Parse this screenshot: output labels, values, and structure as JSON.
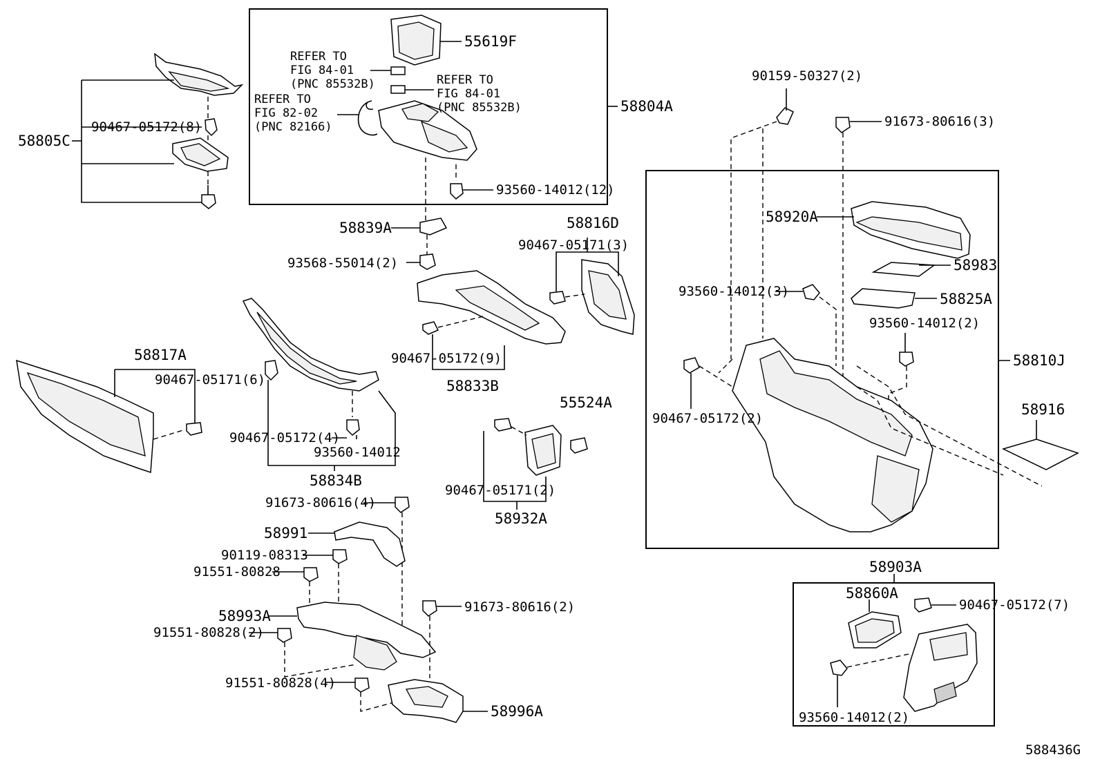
{
  "diagram_id": "588436G",
  "labels": {
    "p55619F": "55619F",
    "refer1_l1": "REFER TO",
    "refer1_l2": "FIG 84-01",
    "refer1_l3": "(PNC 85532B)",
    "refer2_l1": "REFER TO",
    "refer2_l2": "FIG 84-01",
    "refer2_l3": "(PNC 85532B)",
    "refer3_l1": "REFER TO",
    "refer3_l2": "FIG 82-02",
    "refer3_l3": "(PNC 82166)",
    "p58804A": "58804A",
    "p93560_14012_12": "93560-14012(12)",
    "p58805C": "58805C",
    "p90467_05172_8": "90467-05172(8)",
    "p58839A": "58839A",
    "p93568_55014_2": "93568-55014(2)",
    "p58816D": "58816D",
    "p90467_05171_3": "90467-05171(3)",
    "p90467_05172_9": "90467-05172(9)",
    "p58833B": "58833B",
    "p58817A": "58817A",
    "p90467_05171_6": "90467-05171(6)",
    "p90467_05172_4": "90467-05172(4)",
    "p93560_14012": "93560-14012",
    "p58834B": "58834B",
    "p55524A": "55524A",
    "p90467_05171_2": "90467-05171(2)",
    "p58932A": "58932A",
    "p91673_80616_4": "91673-80616(4)",
    "p58991": "58991",
    "p90119_08313": "90119-08313",
    "p91551_80828": "91551-80828",
    "p58993A": "58993A",
    "p91673_80616_2": "91673-80616(2)",
    "p91551_80828_2": "91551-80828(2)",
    "p91551_80828_4": "91551-80828(4)",
    "p58996A": "58996A",
    "p90159_50327_2": "90159-50327(2)",
    "p91673_80616_3": "91673-80616(3)",
    "p58920A": "58920A",
    "p58983": "58983",
    "p93560_14012_3": "93560-14012(3)",
    "p58825A": "58825A",
    "p93560_14012_2a": "93560-14012(2)",
    "p58810J": "58810J",
    "p90467_05172_2": "90467-05172(2)",
    "p58916": "58916",
    "p58903A": "58903A",
    "p58860A": "58860A",
    "p90467_05172_7": "90467-05172(7)",
    "p93560_14012_2b": "93560-14012(2)"
  }
}
